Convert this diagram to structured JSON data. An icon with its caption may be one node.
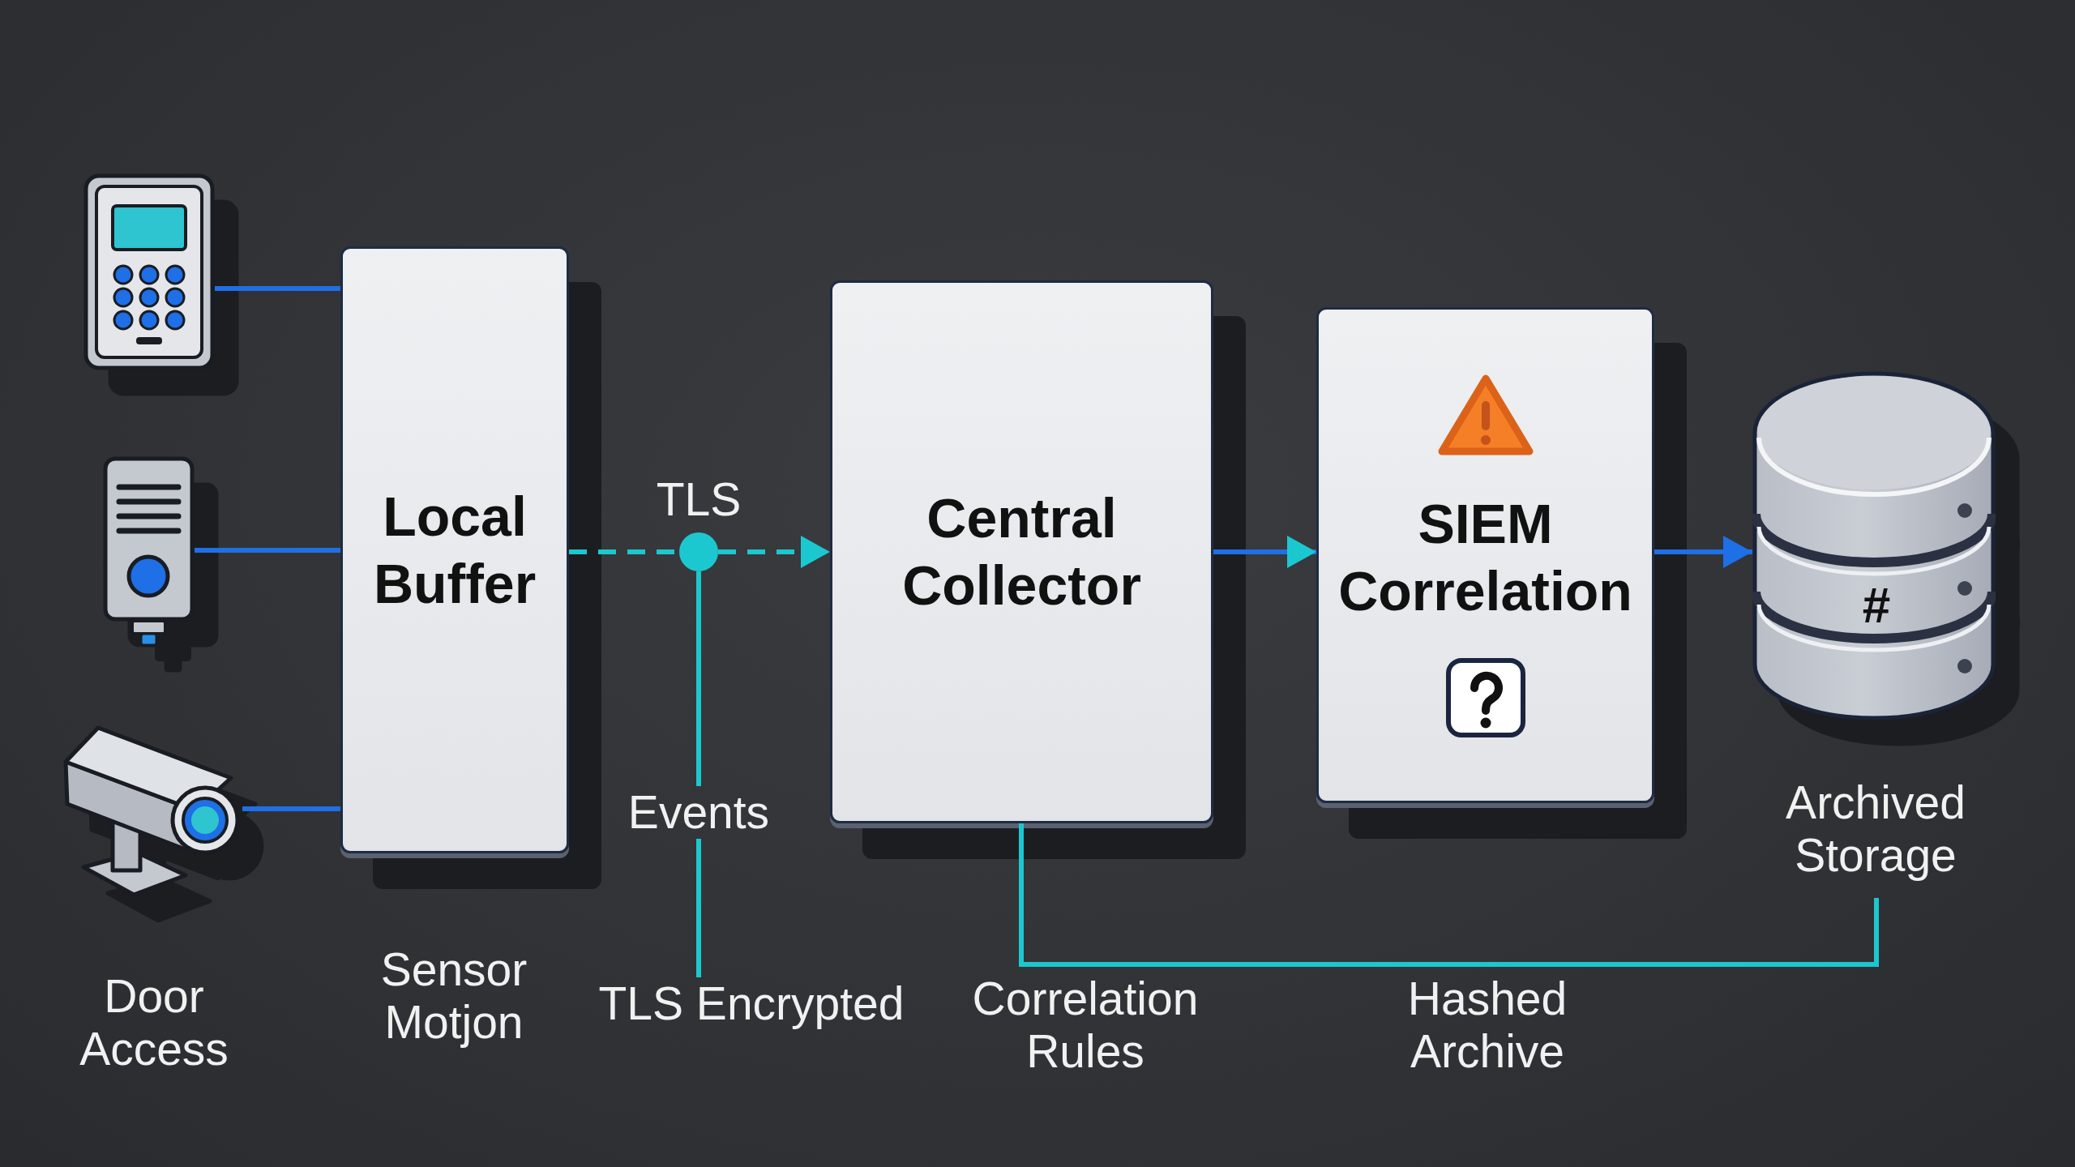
{
  "diagram": {
    "nodes": [
      {
        "text": [],
        "shape": "picture"
      },
      {
        "text": [],
        "shape": "picture"
      },
      {
        "text": [],
        "shape": "picture"
      },
      {
        "text": [
          "Local Buffer"
        ]
      },
      {
        "text": [],
        "shape": "circle",
        "beside": [
          "TLS"
        ]
      },
      {
        "text": [
          "Events"
        ]
      },
      {
        "text": [
          "TLS Encrypted"
        ]
      },
      {
        "text": [
          "Central Collector"
        ]
      },
      {
        "text": [
          "SIEM Correlation"
        ]
      },
      {
        "text": [
          "#"
        ],
        "beside": [
          "Archived Storage"
        ]
      }
    ],
    "edges": [
      {
        "from": 0,
        "to": 3,
        "arrow": "none"
      },
      {
        "from": 1,
        "to": 3,
        "arrow": "none"
      },
      {
        "from": 2,
        "to": 3,
        "arrow": "none"
      },
      {
        "from": 3,
        "to": 4,
        "arrow": "none",
        "style": "dashed",
        "color": "#1cc8cf"
      },
      {
        "from": 4,
        "to": 7,
        "arrow": "to",
        "style": "dashed",
        "color": "#1cc8cf"
      },
      {
        "from": 4,
        "to": 5,
        "arrow": "none",
        "color": "#1cc8cf"
      },
      {
        "from": 5,
        "to": 6,
        "arrow": "none",
        "color": "#1cc8cf"
      },
      {
        "from": 7,
        "to": 8,
        "arrow": "to"
      },
      {
        "from": 8,
        "to": 9,
        "arrow": "to"
      },
      {
        "from": 7,
        "to": 9,
        "arrow": "none",
        "color": "#1cc8cf"
      }
    ],
    "labels": [
      "Door Access",
      "Sensor Motjon",
      "Correlation Rules",
      "Hashed Archive"
    ]
  }
}
